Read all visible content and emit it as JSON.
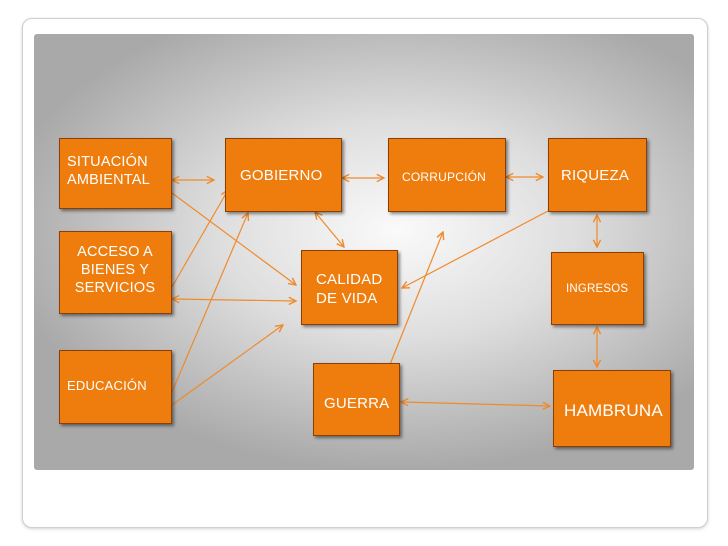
{
  "diagram": {
    "nodes": [
      {
        "id": "situacion-ambiental",
        "label": "SITUACIÓN\nAMBIENTAL"
      },
      {
        "id": "gobierno",
        "label": "GOBIERNO"
      },
      {
        "id": "corrupcion",
        "label": "CORRUPCIÓN"
      },
      {
        "id": "riqueza",
        "label": "RIQUEZA"
      },
      {
        "id": "acceso-bienes",
        "label": "ACCESO A\nBIENES Y\nSERVICIOS"
      },
      {
        "id": "calidad-vida",
        "label": "CALIDAD\nDE VIDA"
      },
      {
        "id": "ingresos",
        "label": "INGRESOS"
      },
      {
        "id": "educacion",
        "label": "EDUCACIÓN"
      },
      {
        "id": "guerra",
        "label": "GUERRA"
      },
      {
        "id": "hambruna",
        "label": "HAMBRUNA"
      }
    ],
    "edges": [
      {
        "from": "situacion-ambiental",
        "to": "gobierno",
        "type": "bidirectional"
      },
      {
        "from": "gobierno",
        "to": "corrupcion",
        "type": "bidirectional"
      },
      {
        "from": "corrupcion",
        "to": "riqueza",
        "type": "bidirectional"
      },
      {
        "from": "riqueza",
        "to": "ingresos",
        "type": "bidirectional"
      },
      {
        "from": "ingresos",
        "to": "hambruna",
        "type": "bidirectional"
      },
      {
        "from": "guerra",
        "to": "hambruna",
        "type": "bidirectional"
      },
      {
        "from": "acceso-bienes",
        "to": "calidad-vida",
        "type": "bidirectional"
      },
      {
        "from": "gobierno",
        "to": "calidad-vida",
        "type": "bidirectional"
      },
      {
        "from": "situacion-ambiental",
        "to": "calidad-vida",
        "type": "directed"
      },
      {
        "from": "acceso-bienes",
        "to": "gobierno",
        "type": "directed"
      },
      {
        "from": "educacion",
        "to": "gobierno",
        "type": "directed"
      },
      {
        "from": "educacion",
        "to": "calidad-vida",
        "type": "directed"
      },
      {
        "from": "riqueza",
        "to": "calidad-vida",
        "type": "directed"
      },
      {
        "from": "guerra",
        "to": "corrupcion",
        "type": "directed"
      }
    ]
  },
  "colors": {
    "node_fill": "#ee7d0e",
    "node_border": "#8a3f06",
    "arrow": "#f08a2c",
    "text": "#ffffff"
  }
}
